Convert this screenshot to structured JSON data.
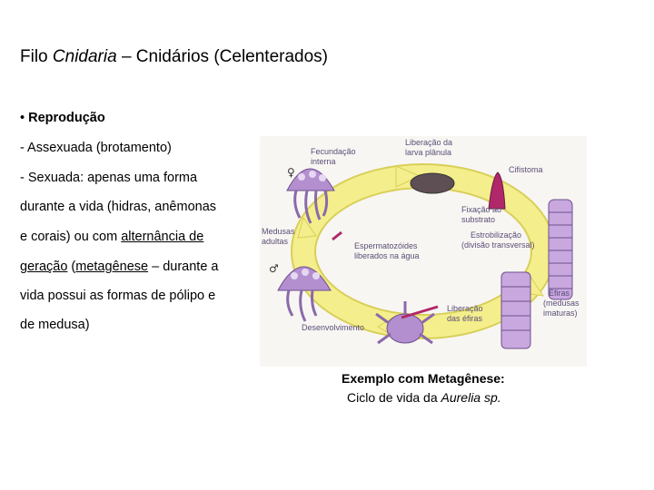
{
  "title": {
    "prefix": "Filo ",
    "italic": "Cnidaria",
    "rest": " – Cnidários (Celenterados)"
  },
  "bullet": {
    "mark": "•",
    "label": "Reprodução"
  },
  "lines": {
    "l1": "- Assexuada (brotamento)",
    "l2": "- Sexuada: apenas uma forma",
    "l3": "durante a vida (hidras, anêmonas",
    "l4a": "e corais) ou com ",
    "l4b": "alternância de",
    "l5a": "geração",
    "l5b": " (",
    "l5c": "metagênese",
    "l5d": " – durante a",
    "l6": "vida possui as formas de pólipo e",
    "l7": "de medusa)"
  },
  "figure": {
    "labels": {
      "fecundacao1": "Fecundação",
      "fecundacao2": "interna",
      "liberacao_larva1": "Liberação da",
      "liberacao_larva2": "larva plânula",
      "cifistoma": "Cifistoma",
      "fixacao1": "Fixação ao",
      "fixacao2": "substrato",
      "medusas1": "Medusas",
      "medusas2": "adultas",
      "esperma1": "Espermatozóides",
      "esperma2": "liberados na água",
      "estrob1": "Estrobilização",
      "estrob2": "(divisão transversal)",
      "liberacao_efiras1": "Liberação",
      "liberacao_efiras2": "das éfiras",
      "efiras1": "Éfiras",
      "efiras2": "(medusas",
      "efiras3": "imaturas)",
      "desenvolvimento": "Desenvolvimento",
      "female": "♀",
      "male": "♂"
    }
  },
  "caption": {
    "line1": "Exemplo com Metagênese:",
    "line2_prefix": "Ciclo de vida da ",
    "line2_italic": "Aurelia sp."
  },
  "colors": {
    "arrow": "#f4ee8c",
    "arrow_edge": "#d8cf58",
    "organism": "#b38fd0",
    "organism_dark": "#6e4f8e",
    "label": "#5a4d78",
    "accent": "#b0286a"
  }
}
